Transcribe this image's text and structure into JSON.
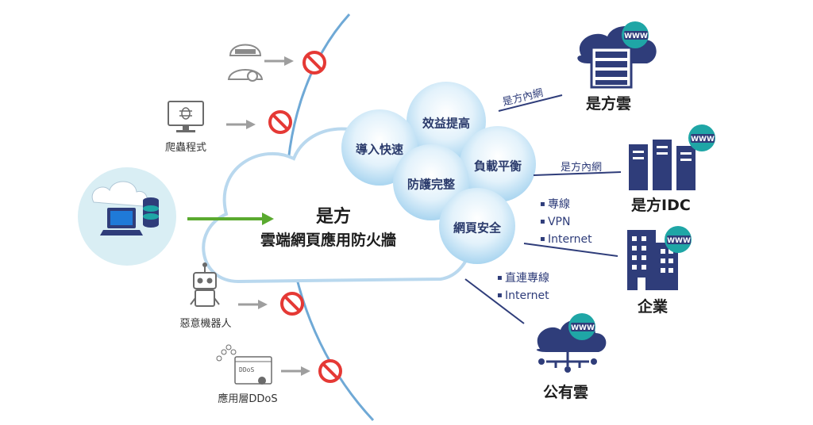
{
  "colors": {
    "wall_line": "#6fa9d6",
    "cloud_fill": "#ffffff",
    "cloud_stroke": "#b9d8ee",
    "bubble_fill": "#cfe8f7",
    "navy": "#2f3d7a",
    "prohibit": "#e53935",
    "arrow_gray": "#9e9e9e",
    "arrow_green": "#5aaa2f",
    "teal": "#1fa6a6"
  },
  "firewall": {
    "title_line1": "是方",
    "title_line2": "雲端網頁應用防火牆"
  },
  "features": [
    {
      "label": "效益提高"
    },
    {
      "label": "導入快速"
    },
    {
      "label": "負載平衡"
    },
    {
      "label": "防護完整"
    },
    {
      "label": "網頁安全"
    }
  ],
  "threats": [
    {
      "label": "",
      "icon": "hacker-icon"
    },
    {
      "label": "爬蟲程式",
      "icon": "bug-monitor-icon"
    },
    {
      "label": "惡意機器人",
      "icon": "robot-icon"
    },
    {
      "label": "應用層DDoS",
      "icon": "ddos-icon"
    }
  ],
  "destinations": {
    "cloud": {
      "label": "是方雲",
      "link": "是方內網",
      "badge": "WWW"
    },
    "idc": {
      "label": "是方IDC",
      "link": "是方內網",
      "badge": "WWW"
    },
    "enterprise": {
      "label": "企業",
      "links": [
        "專線",
        "VPN",
        "Internet"
      ],
      "badge": "WWW"
    },
    "public": {
      "label": "公有雲",
      "links": [
        "直連專線",
        "Internet"
      ],
      "badge": "WWW"
    }
  },
  "client": {
    "icon": "laptop-database-icon"
  }
}
